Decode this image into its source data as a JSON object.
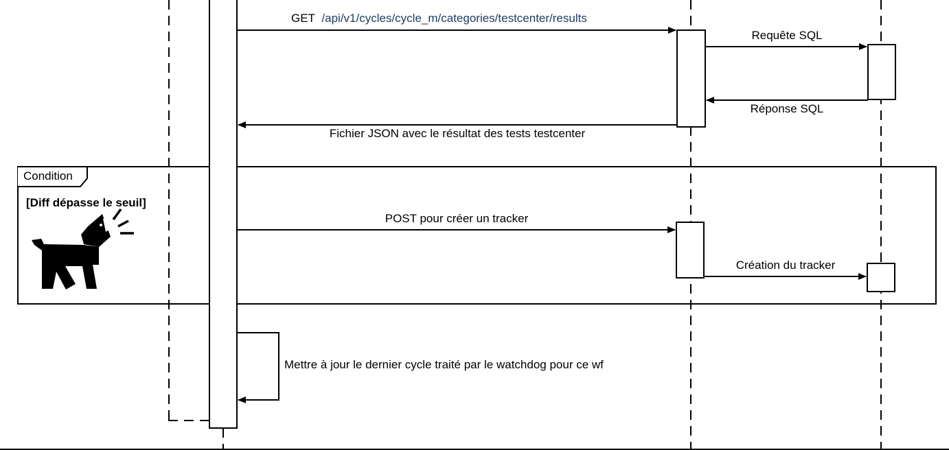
{
  "messages": {
    "get_method": "GET",
    "get_url": "/api/v1/cycles/cycle_m/categories/testcenter/results",
    "sql_request": "Requête SQL",
    "sql_response": "Réponse SQL",
    "json_response": "Fichier JSON avec le résultat des tests testcenter",
    "post_tracker": "POST pour créer un tracker",
    "create_tracker": "Création du tracker",
    "self_update": "Mettre à jour le dernier cycle traité par le watchdog pour ce wf"
  },
  "frame": {
    "label": "Condition",
    "guard": "[Diff dépasse le seuil]",
    "icon": "barking-dog-icon"
  }
}
